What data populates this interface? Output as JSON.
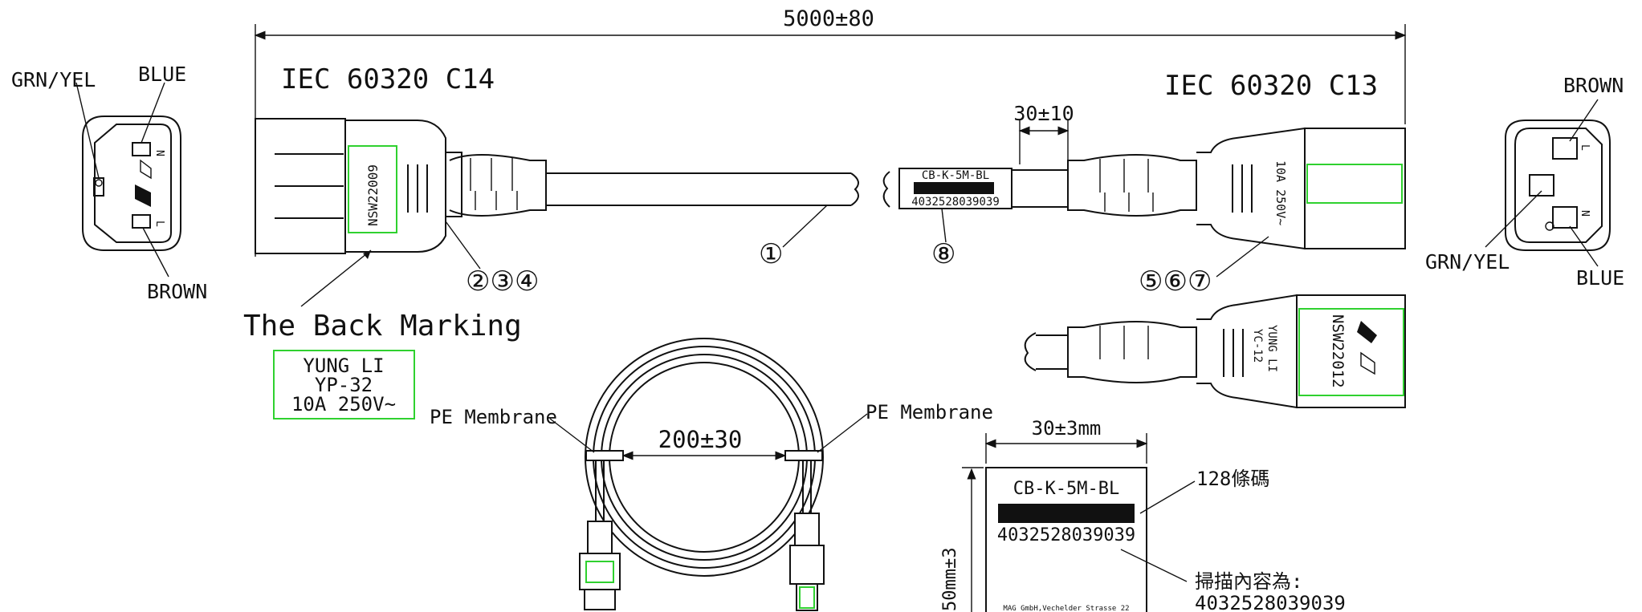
{
  "dimensions": {
    "overall_length": "5000±80",
    "strip": "30±10",
    "coil": "200±30",
    "label_width": "30±3mm",
    "label_height": "50mm±3"
  },
  "connectors": {
    "left": "IEC 60320 C14",
    "right": "IEC 60320 C13",
    "left_body_marking": "NSW22009",
    "right_body_text": "10A 250V~",
    "back_body_text_1": "YUNG LI",
    "back_body_text_2": "YC-12",
    "back_body_marking": "NSW22012"
  },
  "wires": {
    "left_face": {
      "grn_yel": "GRN/YEL",
      "blue": "BLUE",
      "brown": "BROWN",
      "pin_n": "N",
      "pin_l": "L"
    },
    "right_face": {
      "brown": "BROWN",
      "grn_yel": "GRN/YEL",
      "blue": "BLUE",
      "pin_n": "N",
      "pin_l": "L"
    }
  },
  "callouts": {
    "cable": "①",
    "plug_parts": "②③④",
    "connector_parts": "⑤⑥⑦",
    "label_tag": "⑧"
  },
  "back_marking": {
    "title": "The Back Marking",
    "line1": "YUNG LI",
    "line2": "YP-32",
    "line3": "10A 250V~"
  },
  "coil": {
    "left_membrane": "PE Membrane",
    "right_membrane": "PE Membrane"
  },
  "label": {
    "part_no": "CB-K-5M-BL",
    "barcode_number": "4032528039039",
    "barcode_note": "128條碼",
    "scan_note": "掃描內容為:",
    "scan_value": "4032528039039",
    "footer": "MAG GmbH,Vechelder Strasse 22"
  },
  "colors": {
    "marking_box": "#2fd12f",
    "line": "#111111"
  }
}
